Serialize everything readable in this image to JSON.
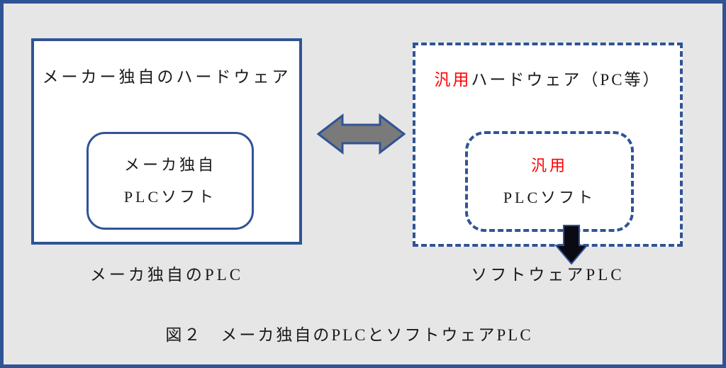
{
  "colors": {
    "border_blue": "#2F5496",
    "accent_red": "#FF0000",
    "arrow_gray": "#7A7A7A",
    "arrow_black": "#0A0A12",
    "background_gray": "#E6E6E6",
    "box_fill": "#FFFFFF"
  },
  "left": {
    "hardware_label": "メーカー独自のハードウェア",
    "software_line1": "メーカ独自",
    "software_line2": "PLCソフト",
    "caption": "メーカ独自のPLC"
  },
  "right": {
    "hardware_label_red": "汎用",
    "hardware_label_black": "ハードウェア（PC等）",
    "software_line1": "汎用",
    "software_line2": "PLCソフト",
    "caption": "ソフトウェアPLC"
  },
  "figure_caption": "図２　メーカ独自のPLCとソフトウェアPLC",
  "icons": {
    "between_boxes": "double-headed-arrow-icon",
    "to_caption": "down-arrow-icon"
  }
}
